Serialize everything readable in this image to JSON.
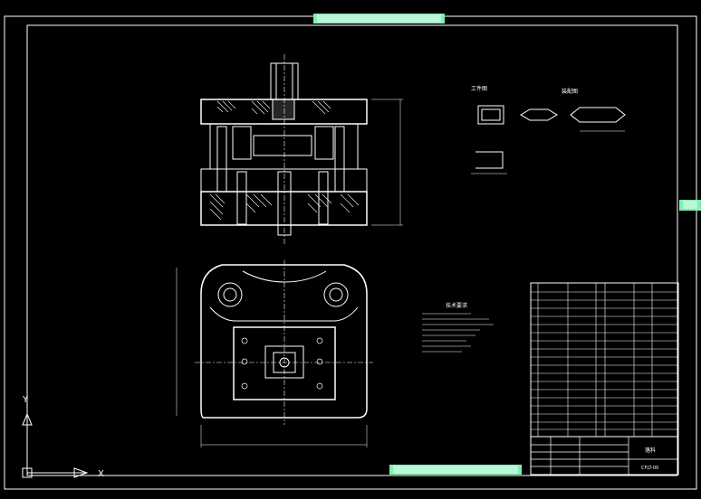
{
  "window": {
    "top_tab_text": "",
    "bottom_tab_text": "",
    "right_tab_text": ""
  },
  "drawing": {
    "title_label": "装配图",
    "tech_heading": "技术要求",
    "axis_y_label": "Y",
    "axis_x_label": "X",
    "workpiece_label": "工件图",
    "title_block_name": "落料",
    "title_block_code": "CFLT-00"
  },
  "colors": {
    "background": "#000000",
    "lines": "#ffffff",
    "accent_tab": "#7ef0b3",
    "ucs_icon": "#ffffff"
  }
}
